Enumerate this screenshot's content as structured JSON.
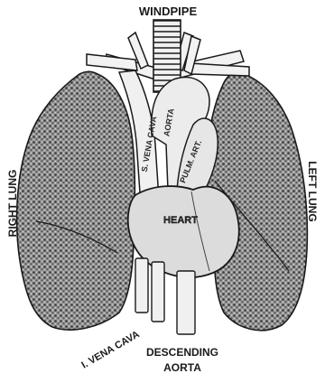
{
  "labels": {
    "windpipe": "WINDPIPE",
    "right_lung": "RIGHT LUNG",
    "left_lung": "LEFT LUNG",
    "s_vena_cava": "S. VENA CAVA",
    "aorta": "AORTA",
    "pulm_art": "PULM. ART.",
    "heart": "HEART",
    "i_vena_cava": "I. VENA CAVA",
    "descending_line1": "DESCENDING",
    "descending_line2": "AORTA"
  },
  "colors": {
    "ink": "#1a1a1a",
    "lung_fill": "#8c8c8c",
    "heart_fill": "#dcdcdc",
    "vessel_fill": "#f2f2f2",
    "background": "#ffffff"
  }
}
